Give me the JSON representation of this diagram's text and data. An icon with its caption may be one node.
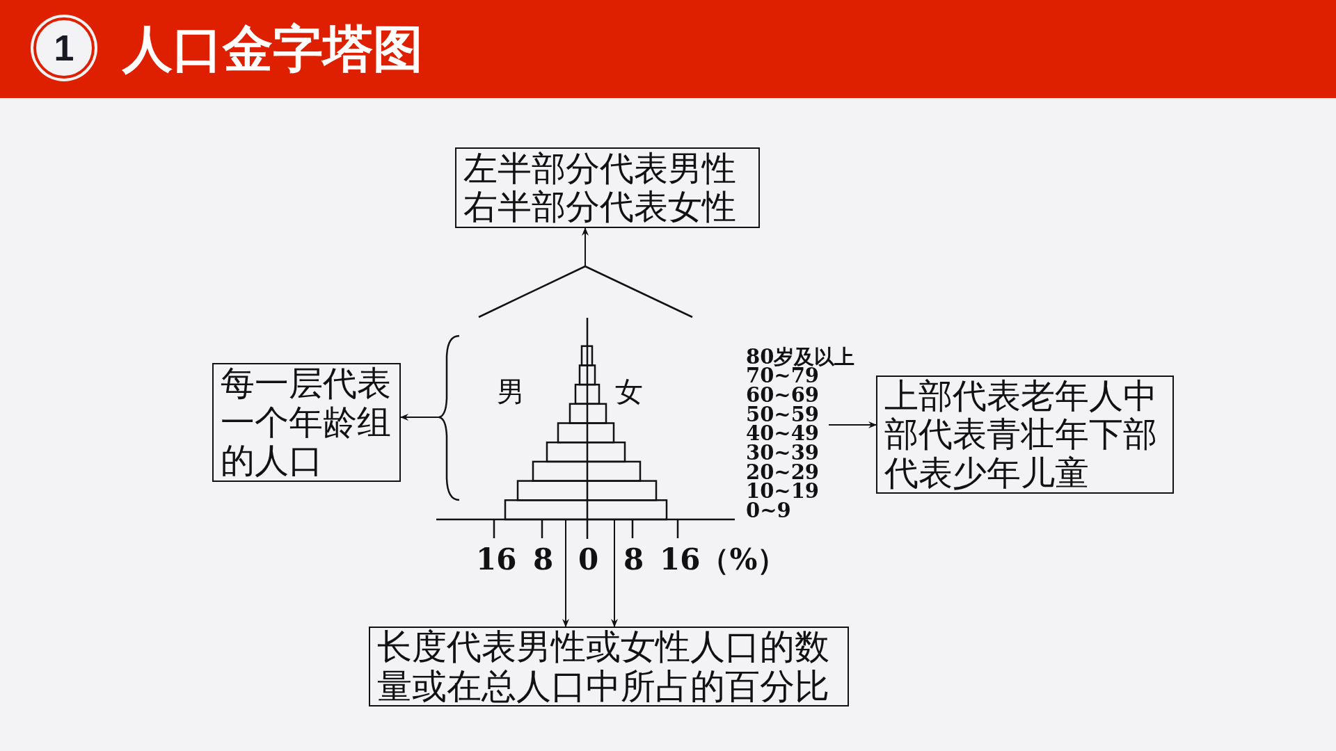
{
  "diagram": {
    "title": "人口金字塔图",
    "nodes": [
      {
        "text": [
          "左半部分代表男性右半部分代表女性"
        ]
      },
      {
        "text": [
          "每一层代表一个年龄组的人口"
        ]
      },
      {
        "text": [
          "上部代表老年人中部代表青壮年下部代表少年儿童"
        ]
      },
      {
        "text": [
          "长度代表男性或女性人口的数量或在总人口中所占的百分比"
        ]
      },
      {
        "text": [],
        "shape": "picture",
        "beside": [
          "80岁及以上",
          "70~79",
          "60~69",
          "50~59",
          "40~49",
          "30~39",
          "20~29",
          "10~19",
          "0~9"
        ]
      }
    ],
    "edges": [
      {
        "from": 4,
        "to": 0,
        "arrow": "to"
      },
      {
        "from": 4,
        "to": 1,
        "arrow": "to"
      },
      {
        "from": 4,
        "to": 2,
        "arrow": "to"
      },
      {
        "from": 4,
        "to": 3,
        "arrow": "to"
      },
      {
        "from": 4,
        "to": 3,
        "arrow": "to"
      }
    ],
    "labels": [
      "1",
      "男",
      "女",
      "16",
      "8",
      "0",
      "8",
      "16（%）"
    ]
  }
}
